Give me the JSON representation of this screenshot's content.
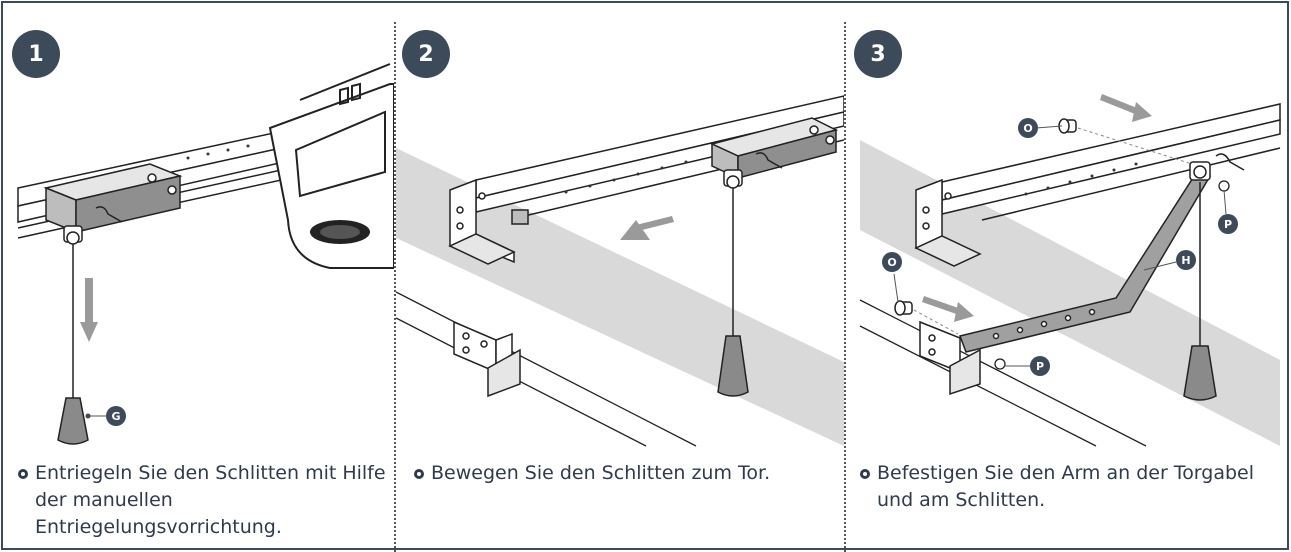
{
  "steps": [
    {
      "number": "1",
      "caption": "Entriegeln Sie den Schlitten mit Hilfe der manuellen Entriegelungsvorrichtung."
    },
    {
      "number": "2",
      "caption": "Bewegen Sie den Schlitten zum Tor."
    },
    {
      "number": "3",
      "caption": "Befestigen Sie den Arm an der Torgabel und am Schlitten."
    }
  ],
  "labels": {
    "g": "G",
    "o1": "O",
    "o2": "O",
    "p1": "P",
    "p2": "P",
    "h": "H"
  },
  "colors": {
    "badge": "#3d4a5a",
    "text": "#2f3b4c",
    "arrow": "#9a9a9a",
    "door": "#d9d9d9"
  }
}
